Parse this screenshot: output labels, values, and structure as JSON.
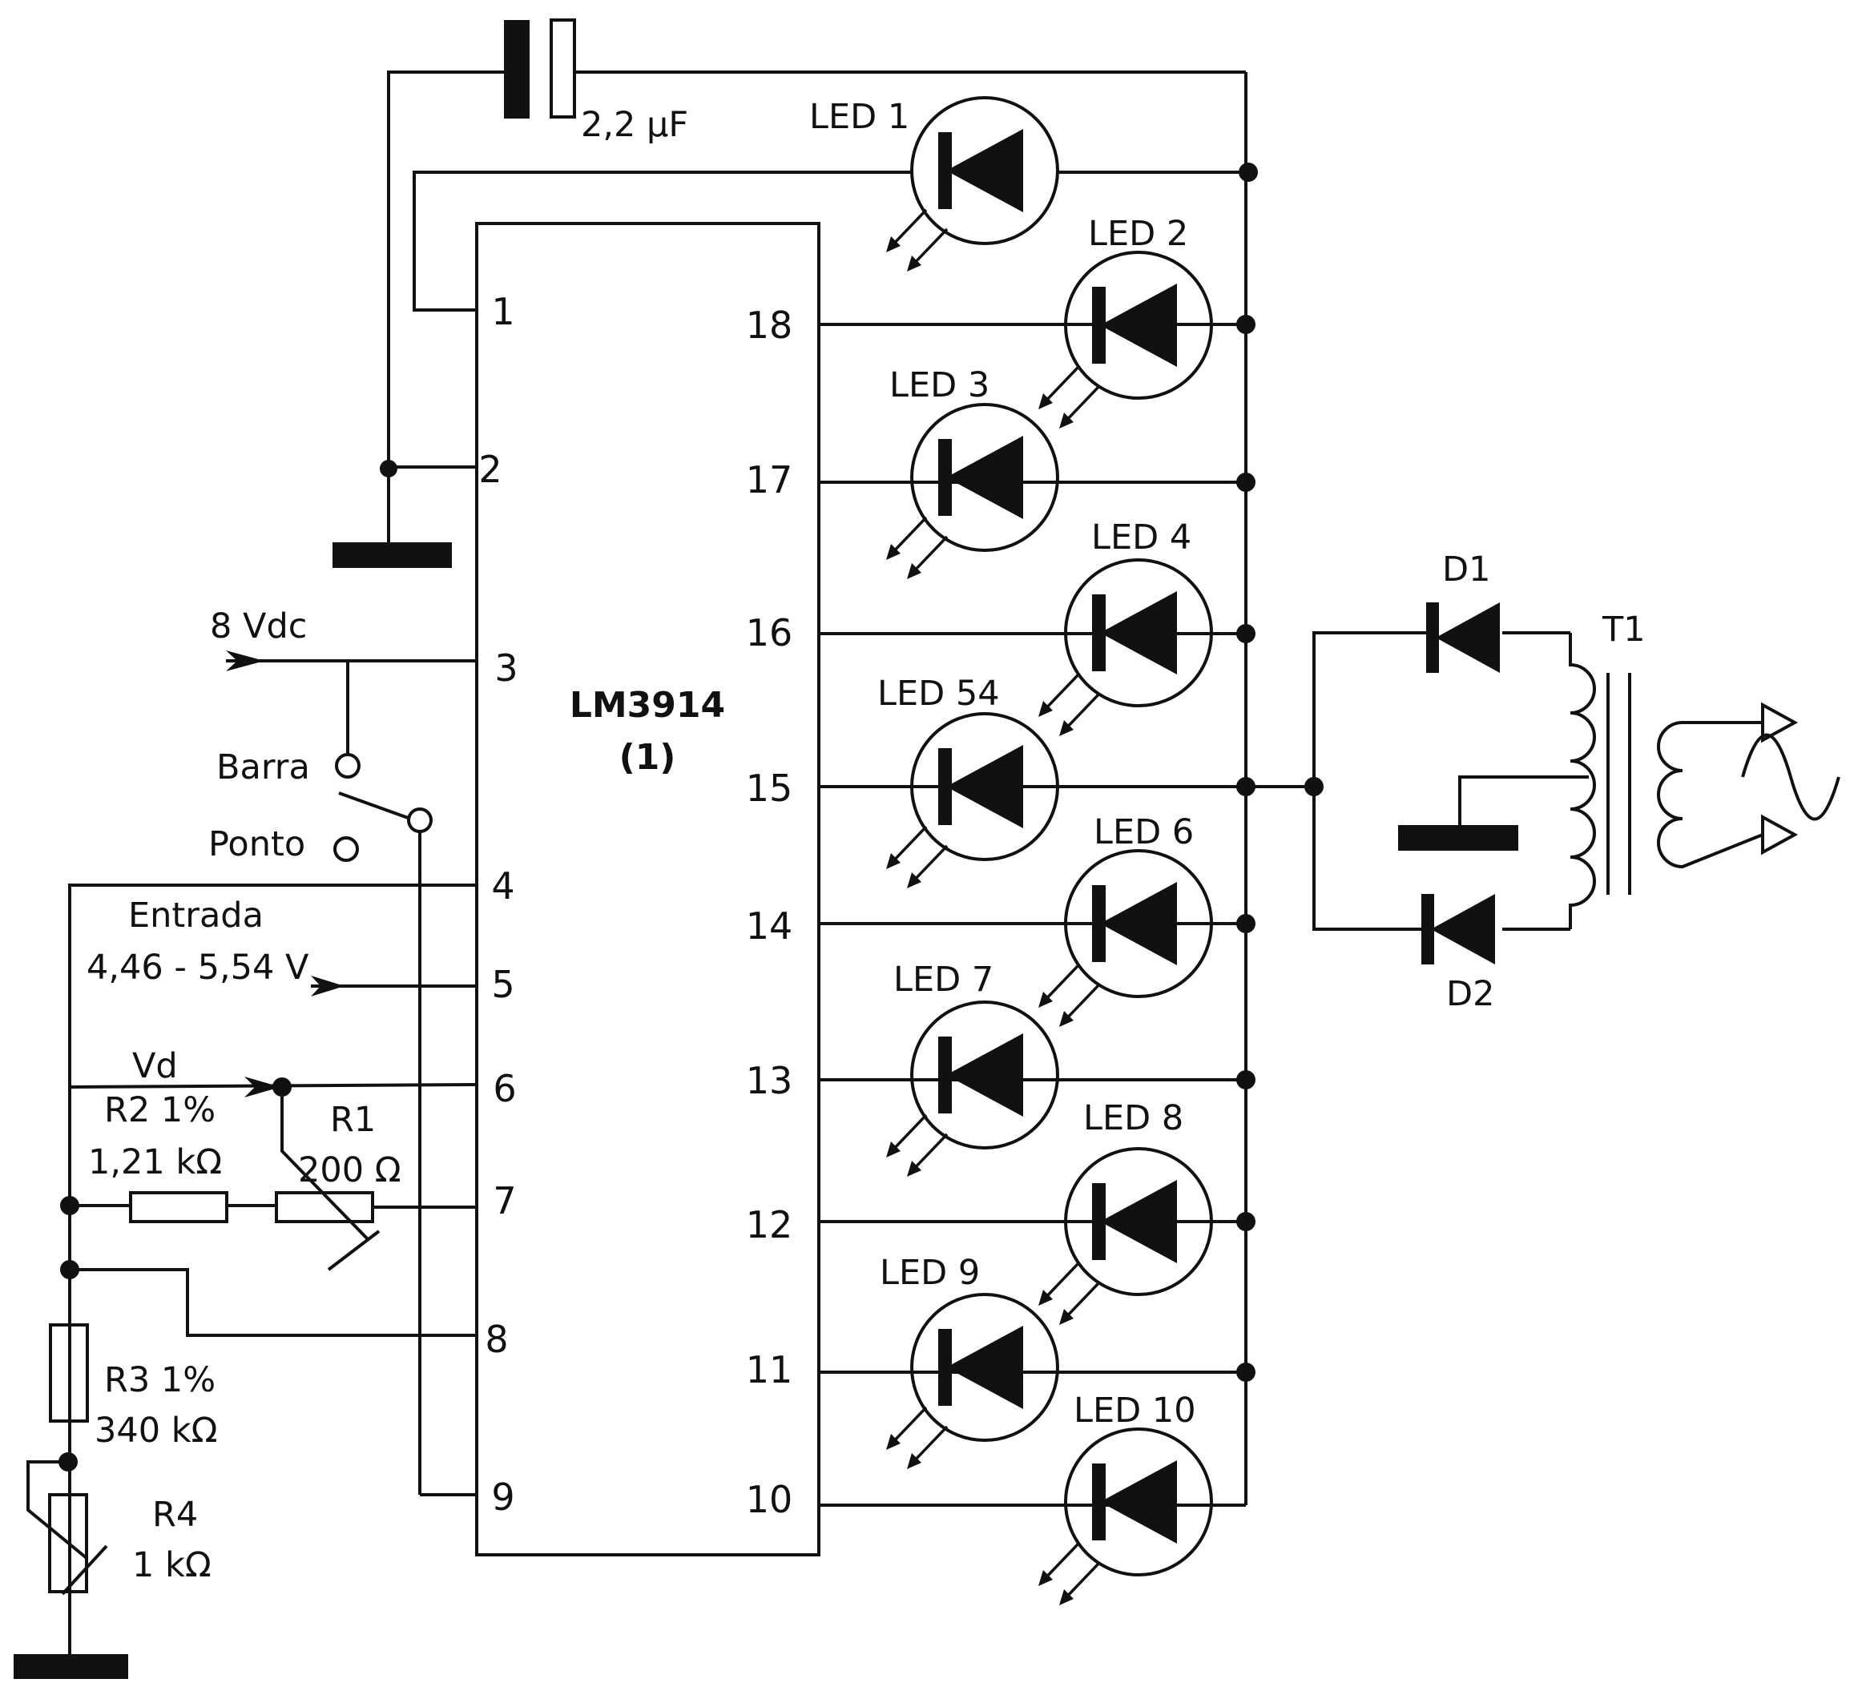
{
  "ic": {
    "name": "LM3914",
    "note": "(1)"
  },
  "pins_left": [
    "1",
    "2",
    "3",
    "4",
    "5",
    "6",
    "7",
    "8",
    "9"
  ],
  "pins_right": [
    "18",
    "17",
    "16",
    "15",
    "14",
    "13",
    "12",
    "11",
    "10"
  ],
  "capacitor": "2,2 µF",
  "leds": [
    "LED 1",
    "LED 2",
    "LED 3",
    "LED 4",
    "LED 54",
    "LED 6",
    "LED 7",
    "LED 8",
    "LED 9",
    "LED 10"
  ],
  "supply": "8 Vdc",
  "switch": {
    "bar": "Barra",
    "dot": "Ponto"
  },
  "input": {
    "label": "Entrada",
    "range": "4,46 - 5,54 V"
  },
  "vd": "Vd",
  "r2": {
    "name": "R2 1%",
    "value": "1,21 kΩ"
  },
  "r1": {
    "name": "R1",
    "value": "200 Ω"
  },
  "r3": {
    "name": "R3 1%",
    "value": "340 kΩ"
  },
  "r4": {
    "name": "R4",
    "value": "1 kΩ"
  },
  "d1": "D1",
  "d2": "D2",
  "t1": "T1",
  "colors": {
    "ink": "#111111",
    "background": "#ffffff"
  }
}
